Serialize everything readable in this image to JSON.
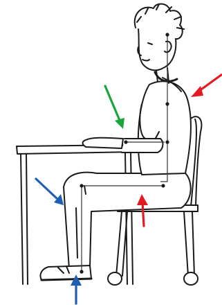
{
  "illustration": {
    "subject": "seated-posture",
    "line_color": "#1a1a1a",
    "guide_color": "#333333"
  },
  "arrows": [
    {
      "id": "arrow-back-red",
      "color": "#e21b23",
      "points_to": "upper-back"
    },
    {
      "id": "arrow-elbow-green",
      "color": "#1aa53a",
      "points_to": "elbow"
    },
    {
      "id": "arrow-knee-blue",
      "color": "#1e5fb4",
      "points_to": "knee"
    },
    {
      "id": "arrow-thigh-red",
      "color": "#e21b23",
      "points_to": "thigh-under-seat"
    },
    {
      "id": "arrow-foot-blue",
      "color": "#1e5fb4",
      "points_to": "foot-on-floor"
    }
  ]
}
